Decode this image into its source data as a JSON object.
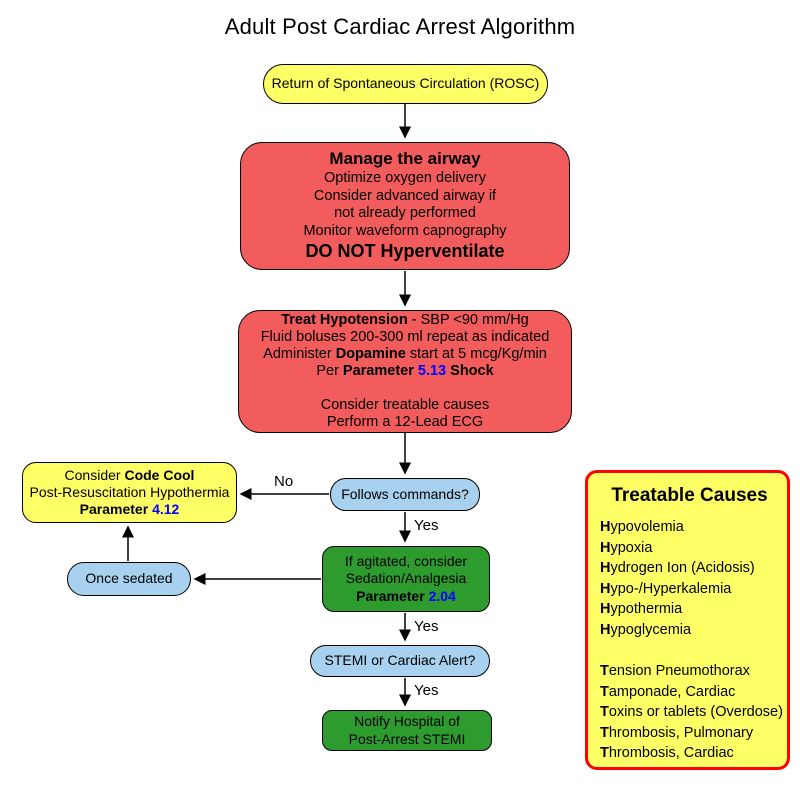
{
  "title": "Adult Post Cardiac Arrest Algorithm",
  "labels": {
    "no": "No",
    "yes": "Yes"
  },
  "colors": {
    "yellow": "#FFFF66",
    "red": "#F25C5C",
    "blue_node": "#A8D1F0",
    "green": "#2E9B2E",
    "causes_border": "#FF0000",
    "param_blue": "#0000FF"
  },
  "nodes": {
    "rosc": {
      "lines": [
        [
          {
            "t": "Return of Spontaneous Circulation (ROSC)"
          }
        ]
      ]
    },
    "airway": {
      "lines": [
        [
          {
            "t": "Manage the airway",
            "b": true,
            "fs": 17
          }
        ],
        [
          {
            "t": "Optimize oxygen delivery"
          }
        ],
        [
          {
            "t": "Consider advanced airway if"
          }
        ],
        [
          {
            "t": "not already performed"
          }
        ],
        [
          {
            "t": "Monitor waveform capnography"
          }
        ],
        [
          {
            "t": "DO NOT Hyperventilate",
            "b": true,
            "fs": 18
          }
        ]
      ]
    },
    "hypotension": {
      "lines": [
        [
          {
            "t": "Treat Hypotension",
            "b": true
          },
          {
            "t": " - SBP <90 mm/Hg"
          }
        ],
        [
          {
            "t": "Fluid boluses 200-300 ml repeat as indicated"
          }
        ],
        [
          {
            "t": "Administer "
          },
          {
            "t": "Dopamine",
            "b": true
          },
          {
            "t": " start at 5 mcg/Kg/min"
          }
        ],
        [
          {
            "t": "Per "
          },
          {
            "t": "Parameter ",
            "b": true
          },
          {
            "t": "5.13",
            "b": true,
            "c": "#0000FF"
          },
          {
            "t": " Shock",
            "b": true
          }
        ],
        [
          {
            "t": " "
          }
        ],
        [
          {
            "t": "Consider treatable causes"
          }
        ],
        [
          {
            "t": "Perform a 12-Lead ECG"
          }
        ]
      ]
    },
    "follows": {
      "lines": [
        [
          {
            "t": "Follows commands?"
          }
        ]
      ]
    },
    "codecool": {
      "lines": [
        [
          {
            "t": "Consider "
          },
          {
            "t": "Code Cool",
            "b": true
          }
        ],
        [
          {
            "t": "Post-Resuscitation Hypothermia"
          }
        ],
        [
          {
            "t": "Parameter ",
            "b": true
          },
          {
            "t": "4.12",
            "b": true,
            "c": "#0000FF"
          }
        ]
      ]
    },
    "sedation": {
      "lines": [
        [
          {
            "t": "If agitated, consider"
          }
        ],
        [
          {
            "t": "Sedation/Analgesia"
          }
        ],
        [
          {
            "t": "Parameter ",
            "b": true
          },
          {
            "t": "2.04",
            "b": true,
            "c": "#0000FF"
          }
        ]
      ]
    },
    "once_sedated": {
      "lines": [
        [
          {
            "t": "Once sedated"
          }
        ]
      ]
    },
    "stemi": {
      "lines": [
        [
          {
            "t": "STEMI or Cardiac Alert?"
          }
        ]
      ]
    },
    "notify": {
      "lines": [
        [
          {
            "t": "Notify Hospital of"
          }
        ],
        [
          {
            "t": "Post-Arrest STEMI"
          }
        ]
      ]
    },
    "causes": {
      "title": "Treatable Causes",
      "items": [
        [
          {
            "t": "H",
            "b": true
          },
          {
            "t": "ypovolemia"
          }
        ],
        [
          {
            "t": "H",
            "b": true
          },
          {
            "t": "ypoxia"
          }
        ],
        [
          {
            "t": "H",
            "b": true
          },
          {
            "t": "ydrogen Ion (Acidosis)"
          }
        ],
        [
          {
            "t": "H",
            "b": true
          },
          {
            "t": "ypo-/Hyperkalemia"
          }
        ],
        [
          {
            "t": "H",
            "b": true
          },
          {
            "t": "ypothermia"
          }
        ],
        [
          {
            "t": "H",
            "b": true
          },
          {
            "t": "ypoglycemia"
          }
        ],
        [
          {
            "t": " "
          }
        ],
        [
          {
            "t": "T",
            "b": true
          },
          {
            "t": "ension Pneumothorax"
          }
        ],
        [
          {
            "t": "T",
            "b": true
          },
          {
            "t": "amponade, Cardiac"
          }
        ],
        [
          {
            "t": "T",
            "b": true
          },
          {
            "t": "oxins or tablets (Overdose)"
          }
        ],
        [
          {
            "t": "T",
            "b": true
          },
          {
            "t": "hrombosis, Pulmonary"
          }
        ],
        [
          {
            "t": "T",
            "b": true
          },
          {
            "t": "hrombosis, Cardiac"
          }
        ]
      ]
    }
  }
}
